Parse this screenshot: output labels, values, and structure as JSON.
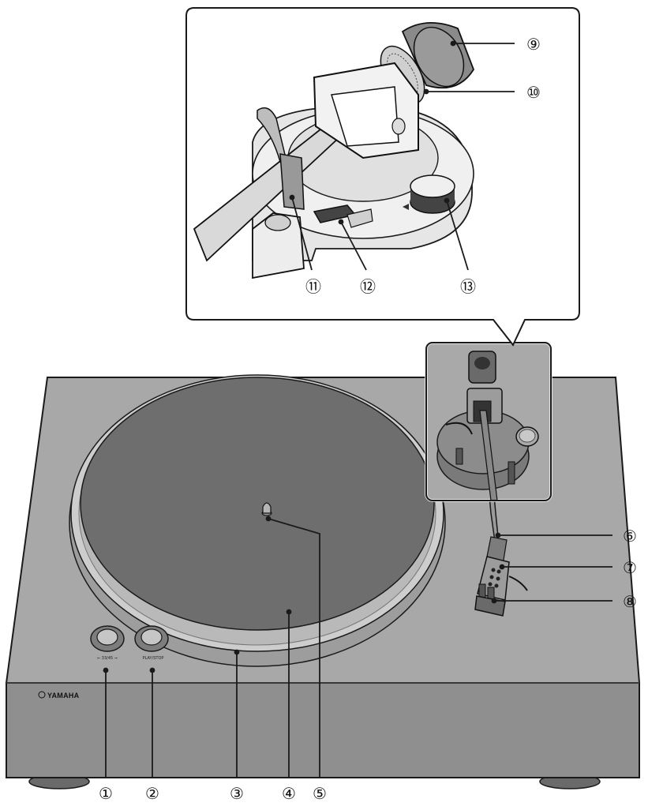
{
  "brand": "YAMAHA",
  "button_labels": {
    "speed": "⇐ 33/45 ⇒",
    "play_stop": "PLAY/STOP"
  },
  "callouts": [
    {
      "id": "speed-button-callout",
      "label": "①"
    },
    {
      "id": "play-stop-button-callout",
      "label": "②"
    },
    {
      "id": "platter-callout",
      "label": "③"
    },
    {
      "id": "platter-mat-callout",
      "label": "④"
    },
    {
      "id": "spindle-callout",
      "label": "⑤"
    },
    {
      "id": "tonearm-callout",
      "label": "⑥"
    },
    {
      "id": "headshell-callout",
      "label": "⑦"
    },
    {
      "id": "cartridge-callout",
      "label": "⑧"
    },
    {
      "id": "counterweight-callout",
      "label": "⑨"
    },
    {
      "id": "tracking-force-ring-callout",
      "label": "⑩"
    },
    {
      "id": "arm-rest-callout",
      "label": "⑪"
    },
    {
      "id": "cue-lever-callout",
      "label": "⑫"
    },
    {
      "id": "anti-skating-knob-callout",
      "label": "⑬"
    }
  ],
  "colors": {
    "body": "#a6a6a6",
    "body_front": "#8d8d8d",
    "platter_ring": "#c8c8c8",
    "mat": "#6f6f6f",
    "line": "#1a1a1a"
  }
}
